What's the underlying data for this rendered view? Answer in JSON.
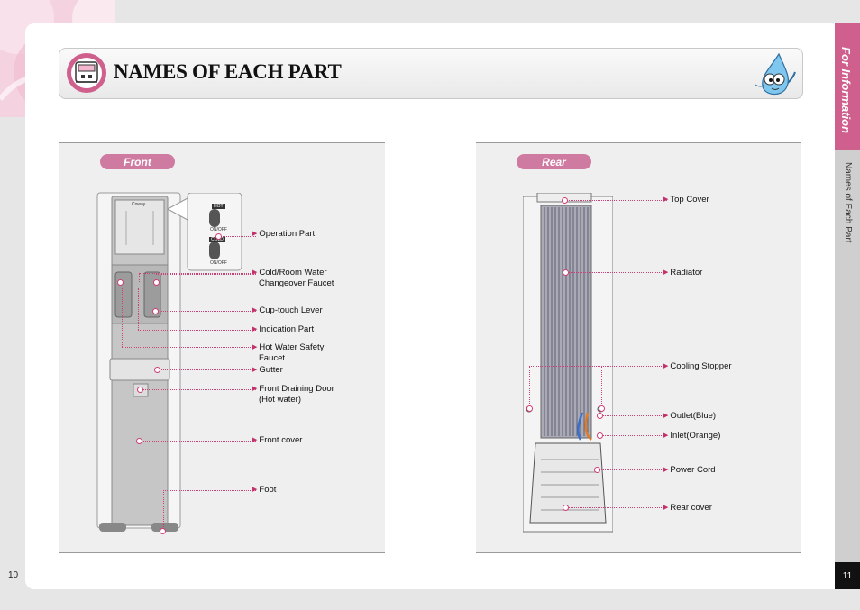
{
  "header": {
    "title": "NAMES OF EACH PART"
  },
  "sidebar": {
    "section": "For Information",
    "subsection": "Names of Each Part"
  },
  "pages": {
    "left": "10",
    "right": "11"
  },
  "front": {
    "label": "Front",
    "callouts": [
      {
        "line1": "Operation Part",
        "line2": ""
      },
      {
        "line1": "Cold/Room Water",
        "line2": "Changeover Faucet"
      },
      {
        "line1": "Cup-touch Lever",
        "line2": ""
      },
      {
        "line1": "Indication Part",
        "line2": ""
      },
      {
        "line1": "Hot Water Safety",
        "line2": "Faucet"
      },
      {
        "line1": "Gutter",
        "line2": ""
      },
      {
        "line1": "Front Draining Door",
        "line2": "(Hot water)"
      },
      {
        "line1": "Front cover",
        "line2": ""
      },
      {
        "line1": "Foot",
        "line2": ""
      }
    ],
    "panel_labels": {
      "hot": "HOT",
      "cold": "COLD",
      "onoff": "ON/OFF",
      "brand": "Coway"
    }
  },
  "rear": {
    "label": "Rear",
    "callouts": [
      {
        "line1": "Top Cover"
      },
      {
        "line1": "Radiator"
      },
      {
        "line1": "Cooling Stopper"
      },
      {
        "line1": "Outlet(Blue)"
      },
      {
        "line1": "Inlet(Orange)"
      },
      {
        "line1": "Power Cord"
      },
      {
        "line1": "Rear cover"
      }
    ]
  },
  "colors": {
    "accent": "#cf5f8c",
    "pill": "#cf7aa0",
    "callout_line": "#cf3f77"
  },
  "icons": [
    "water-dispenser-icon",
    "water-drop-mascot-icon",
    "callout-arrow-icon"
  ]
}
